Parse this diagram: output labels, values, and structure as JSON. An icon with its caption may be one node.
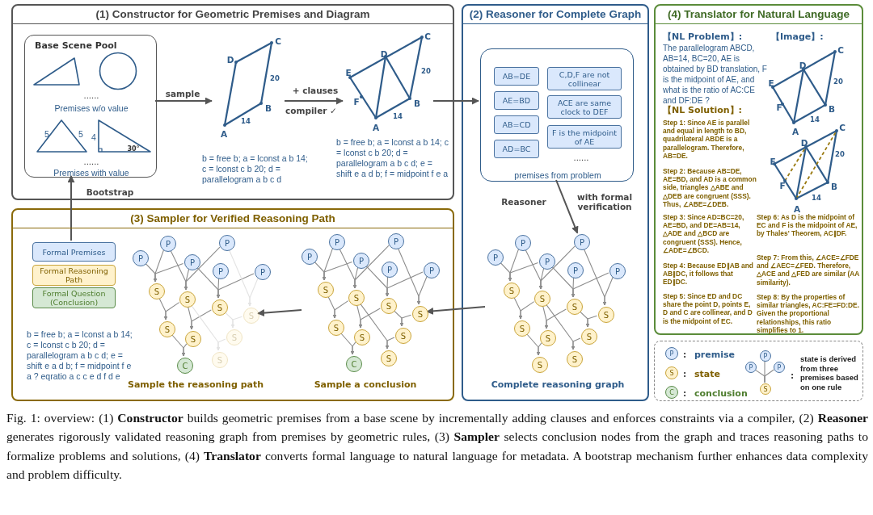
{
  "diagram": {
    "caption": "Fig. 1: overview: (1) **Constructor** builds geometric premises from a base scene by incrementally adding clauses and enforces constraints via a compiler, (2) **Reasoner** generates rigorously validated reasoning graph from premises by geometric rules, (3) **Sampler** selects conclusion nodes from the graph and traces reasoning paths to formalize problems and solutions, (4) **Translator** converts formal language to natural language for metadata. A bootstrap mechanism further enhances data complexity and problem difficulty.",
    "nodes": [
      {
        "text": [
          "(1) Constructor for Geometric Premises and Diagram"
        ]
      },
      {
        "text": [
          "Base Scene Pool",
          "......",
          "Premises w/o value",
          "5",
          "5",
          "4",
          "30°",
          "......",
          "Premises with value"
        ],
        "in": 0
      },
      {
        "text": [
          "D",
          "C",
          "20",
          "B",
          "14",
          "A"
        ],
        "in": 0,
        "beside": [
          "b = free b; a = lconst a b 14; c = lconst c b 20; d = parallelogram a b c d"
        ]
      },
      {
        "text": [
          "C",
          "D",
          "E",
          "20",
          "F",
          "B",
          "14",
          "A"
        ],
        "in": 0,
        "beside": [
          "b = free b; a = lconst a b 14; c = lconst c b 20; d = parallelogram a b c d; e = shift e a d b; f = midpoint f e a"
        ]
      },
      {
        "text": [
          "(2) Reasoner for Complete Graph"
        ]
      },
      {
        "text": [
          "......",
          "premises from problem"
        ],
        "in": 4
      },
      {
        "text": [
          "AB=DE"
        ],
        "in": 5
      },
      {
        "text": [
          "AE=BD"
        ],
        "in": 5
      },
      {
        "text": [
          "AB=CD"
        ],
        "in": 5
      },
      {
        "text": [
          "AD=BC"
        ],
        "in": 5
      },
      {
        "text": [
          "C,D,F are not collinear"
        ],
        "in": 5
      },
      {
        "text": [
          "ACE are same clock to DEF"
        ],
        "in": 5
      },
      {
        "text": [
          "F is the midpoint of AE"
        ],
        "in": 5
      },
      {
        "text": [
          "P"
        ],
        "in": 4
      },
      {
        "text": [
          "P"
        ],
        "in": 4
      },
      {
        "text": [
          "P"
        ],
        "in": 4
      },
      {
        "text": [
          "P"
        ],
        "in": 4
      },
      {
        "text": [
          "P"
        ],
        "in": 4
      },
      {
        "text": [
          "P"
        ],
        "in": 4
      },
      {
        "text": [
          "S"
        ],
        "in": 4
      },
      {
        "text": [
          "S"
        ],
        "in": 4
      },
      {
        "text": [
          "S"
        ],
        "in": 4
      },
      {
        "text": [
          "S"
        ],
        "in": 4
      },
      {
        "text": [
          "S"
        ],
        "in": 4
      },
      {
        "text": [
          "S"
        ],
        "in": 4
      },
      {
        "text": [
          "S"
        ],
        "in": 4
      },
      {
        "text": [
          "S"
        ],
        "in": 4
      },
      {
        "text": [
          "S"
        ],
        "in": 4
      },
      {
        "text": [
          "(3) Sampler for Verified Reasoning Path"
        ]
      },
      {
        "text": [
          "Formal Premises"
        ],
        "in": 28
      },
      {
        "text": [
          "Formal Reasoning Path"
        ],
        "in": 28
      },
      {
        "text": [
          "Formal Question (Conclusion)"
        ],
        "in": 28
      },
      {
        "text": [
          "P"
        ],
        "in": 28
      },
      {
        "text": [
          "P"
        ],
        "in": 28
      },
      {
        "text": [
          "P"
        ],
        "in": 28
      },
      {
        "text": [
          "P"
        ],
        "in": 28
      },
      {
        "text": [
          "P"
        ],
        "in": 28
      },
      {
        "text": [
          "P"
        ],
        "in": 28
      },
      {
        "text": [
          "S"
        ],
        "in": 28
      },
      {
        "text": [
          "S"
        ],
        "in": 28
      },
      {
        "text": [
          "S"
        ],
        "in": 28
      },
      {
        "text": [
          "S"
        ],
        "in": 28
      },
      {
        "text": [
          "S"
        ],
        "in": 28
      },
      {
        "text": [
          "S"
        ],
        "in": 28
      },
      {
        "text": [
          "S"
        ],
        "in": 28
      },
      {
        "text": [
          "C"
        ],
        "in": 28
      },
      {
        "text": [
          "S"
        ],
        "in": 28
      },
      {
        "text": [
          "P"
        ],
        "in": 28
      },
      {
        "text": [
          "P"
        ],
        "in": 28
      },
      {
        "text": [
          "P"
        ],
        "in": 28
      },
      {
        "text": [
          "P"
        ],
        "in": 28
      },
      {
        "text": [
          "P"
        ],
        "in": 28
      },
      {
        "text": [
          "P"
        ],
        "in": 28
      },
      {
        "text": [
          "S"
        ],
        "in": 28
      },
      {
        "text": [
          "S"
        ],
        "in": 28
      },
      {
        "text": [
          "S"
        ],
        "in": 28
      },
      {
        "text": [
          "S"
        ],
        "in": 28
      },
      {
        "text": [
          "S"
        ],
        "in": 28
      },
      {
        "text": [
          "S"
        ],
        "in": 28
      },
      {
        "text": [
          "S"
        ],
        "in": 28
      },
      {
        "text": [
          "C"
        ],
        "in": 28
      },
      {
        "text": [
          "S"
        ],
        "in": 28
      },
      {
        "text": [
          "(4) Translator for Natural Language",
          "【NL Problem】:",
          "The parallelogram ABCD, AB=14, BC=20, AE is obtained by BD translation, F is the midpoint of AE, and what is the ratio of AC:CE and DF:DE ?",
          "【Image】:",
          "【NL Solution】:",
          "Step 1: Since AE is parallel and equal in length to BD, quadrilateral ABDE is a parallelogram. Therefore, AB=DE.",
          "Step 2: Because AB=DE, AE=BD, and AD is a common side, triangles △ABE and △DEB are congruent (SSS). Thus, ∠ABE=∠DEB.",
          "Step 3: Since AD=BC=20, AE=BD, and DE=AB=14, △ADE and △BCD are congruent (SSS). Hence, ∠ADE=∠BCD.",
          "Step 4: Because ED∥AB and AB∥DC, it follows that ED∥DC.",
          "Step 5: Since ED and DC share the point D, points E, D and C are collinear, and D is the midpoint of EC.",
          "Step 6: As D is the midpoint of EC and F is the midpoint of AE, by Thales' Theorem, AC∥DF.",
          "Step 7: From this, ∠ACE=∠FDE and ∠AEC=∠FED. Therefore, △ACE and △FED are similar (AA similarity).",
          "Step 8: By the properties of similar triangles, AC:FE=FD:DE. Given the proportional relationships, this ratio simplifies to 1."
        ]
      },
      {
        "text": [
          "C",
          "D",
          "E",
          "20",
          "F",
          "B",
          "14",
          "A"
        ],
        "in": 62
      },
      {
        "text": [
          "C",
          "D",
          "E",
          "20",
          "F",
          "B",
          "14",
          "A"
        ],
        "in": 62
      },
      {
        "text": [],
        "shape": "box"
      },
      {
        "text": [
          "P"
        ],
        "in": 65,
        "beside": [
          ":",
          "premise"
        ]
      },
      {
        "text": [
          "S"
        ],
        "in": 65,
        "beside": [
          ":",
          "state"
        ]
      },
      {
        "text": [
          "C"
        ],
        "in": 65,
        "beside": [
          ":",
          "conclusion"
        ]
      },
      {
        "text": [
          "P"
        ],
        "in": 65
      },
      {
        "text": [
          "P"
        ],
        "in": 65
      },
      {
        "text": [
          "P"
        ],
        "in": 65
      },
      {
        "text": [
          "S"
        ],
        "in": 65
      }
    ],
    "edges": [
      {
        "from": 1,
        "to": 2,
        "arrow": "to",
        "label": "sample"
      },
      {
        "from": 2,
        "to": 3,
        "arrow": "to",
        "label": "+ clauses"
      },
      {
        "from": 3,
        "to": 5,
        "arrow": "to"
      },
      {
        "from": 5,
        "to": 16,
        "arrow": "to",
        "label": "Reasoner"
      },
      {
        "from": 29,
        "to": 1,
        "arrow": "to",
        "label": "Bootstrap"
      },
      {
        "from": 13,
        "to": 19,
        "arrow": "to"
      },
      {
        "from": 14,
        "to": 19,
        "arrow": "to"
      },
      {
        "from": 15,
        "to": 19,
        "arrow": "to"
      },
      {
        "from": 14,
        "to": 20,
        "arrow": "to"
      },
      {
        "from": 15,
        "to": 20,
        "arrow": "to"
      },
      {
        "from": 16,
        "to": 20,
        "arrow": "to"
      },
      {
        "from": 15,
        "to": 21,
        "arrow": "to"
      },
      {
        "from": 17,
        "to": 21,
        "arrow": "to"
      },
      {
        "from": 18,
        "to": 21,
        "arrow": "to"
      },
      {
        "from": 16,
        "to": 22,
        "arrow": "to"
      },
      {
        "from": 18,
        "to": 22,
        "arrow": "to"
      },
      {
        "from": 19,
        "to": 23,
        "arrow": "to"
      },
      {
        "from": 20,
        "to": 23,
        "arrow": "to"
      },
      {
        "from": 20,
        "to": 24,
        "arrow": "to"
      },
      {
        "from": 21,
        "to": 24,
        "arrow": "to"
      },
      {
        "from": 21,
        "to": 25,
        "arrow": "to"
      },
      {
        "from": 22,
        "to": 25,
        "arrow": "to"
      },
      {
        "from": 23,
        "to": 26,
        "arrow": "to"
      },
      {
        "from": 24,
        "to": 26,
        "arrow": "to"
      },
      {
        "from": 20,
        "to": 27,
        "arrow": "to"
      },
      {
        "from": 25,
        "to": 27,
        "arrow": "to"
      },
      {
        "from": 32,
        "to": 38,
        "arrow": "to"
      },
      {
        "from": 33,
        "to": 38,
        "arrow": "to"
      },
      {
        "from": 34,
        "to": 38,
        "arrow": "to"
      },
      {
        "from": 33,
        "to": 39,
        "arrow": "to"
      },
      {
        "from": 34,
        "to": 39,
        "arrow": "to"
      },
      {
        "from": 35,
        "to": 39,
        "arrow": "to"
      },
      {
        "from": 34,
        "to": 40,
        "arrow": "to"
      },
      {
        "from": 36,
        "to": 40,
        "arrow": "to"
      },
      {
        "from": 37,
        "to": 40,
        "arrow": "to"
      },
      {
        "from": 35,
        "to": 41,
        "arrow": "to",
        "color": "#e3e3e3"
      },
      {
        "from": 37,
        "to": 41,
        "arrow": "to",
        "color": "#e3e3e3"
      },
      {
        "from": 38,
        "to": 42,
        "arrow": "to"
      },
      {
        "from": 39,
        "to": 42,
        "arrow": "to"
      },
      {
        "from": 39,
        "to": 43,
        "arrow": "to"
      },
      {
        "from": 40,
        "to": 43,
        "arrow": "to"
      },
      {
        "from": 40,
        "to": 44,
        "arrow": "to",
        "color": "#e3e3e3"
      },
      {
        "from": 41,
        "to": 44,
        "arrow": "to",
        "color": "#e3e3e3"
      },
      {
        "from": 42,
        "to": 45,
        "arrow": "to"
      },
      {
        "from": 43,
        "to": 45,
        "arrow": "to"
      },
      {
        "from": 39,
        "to": 46,
        "arrow": "to",
        "color": "#e3e3e3"
      },
      {
        "from": 44,
        "to": 46,
        "arrow": "to",
        "color": "#e3e3e3"
      },
      {
        "from": 47,
        "to": 53,
        "arrow": "to"
      },
      {
        "from": 48,
        "to": 53,
        "arrow": "to"
      },
      {
        "from": 49,
        "to": 53,
        "arrow": "to"
      },
      {
        "from": 48,
        "to": 54,
        "arrow": "to"
      },
      {
        "from": 49,
        "to": 54,
        "arrow": "to"
      },
      {
        "from": 50,
        "to": 54,
        "arrow": "to"
      },
      {
        "from": 49,
        "to": 55,
        "arrow": "to"
      },
      {
        "from": 51,
        "to": 55,
        "arrow": "to"
      },
      {
        "from": 52,
        "to": 55,
        "arrow": "to"
      },
      {
        "from": 50,
        "to": 56,
        "arrow": "to"
      },
      {
        "from": 52,
        "to": 56,
        "arrow": "to"
      },
      {
        "from": 53,
        "to": 57,
        "arrow": "to"
      },
      {
        "from": 54,
        "to": 57,
        "arrow": "to"
      },
      {
        "from": 54,
        "to": 58,
        "arrow": "to"
      },
      {
        "from": 55,
        "to": 58,
        "arrow": "to"
      },
      {
        "from": 55,
        "to": 59,
        "arrow": "to"
      },
      {
        "from": 56,
        "to": 59,
        "arrow": "to"
      },
      {
        "from": 57,
        "to": 60,
        "arrow": "to"
      },
      {
        "from": 58,
        "to": 60,
        "arrow": "to"
      },
      {
        "from": 54,
        "to": 61,
        "arrow": "to"
      },
      {
        "from": 59,
        "to": 61,
        "arrow": "to"
      },
      {
        "from": 69,
        "to": 72,
        "arrow": "none"
      },
      {
        "from": 70,
        "to": 72,
        "arrow": "none"
      },
      {
        "from": 71,
        "to": 72,
        "arrow": "none"
      },
      {
        "from": null,
        "to": 56,
        "arrow": "to"
      },
      {
        "from": null,
        "to": 41,
        "arrow": "to"
      }
    ],
    "labels": [
      "compiler ✓",
      "with formal verification",
      "b = free b; a = lconst a b 14; c = lconst c b 20; d = parallelogram a b c d; e = shift e a d b; f = midpoint f e a ? eqratio a c c e d f d e",
      "Sample the reasoning path",
      "Sample a conclusion",
      "Complete reasoning graph",
      ":",
      "state is derived from three premises based on one rule"
    ]
  }
}
